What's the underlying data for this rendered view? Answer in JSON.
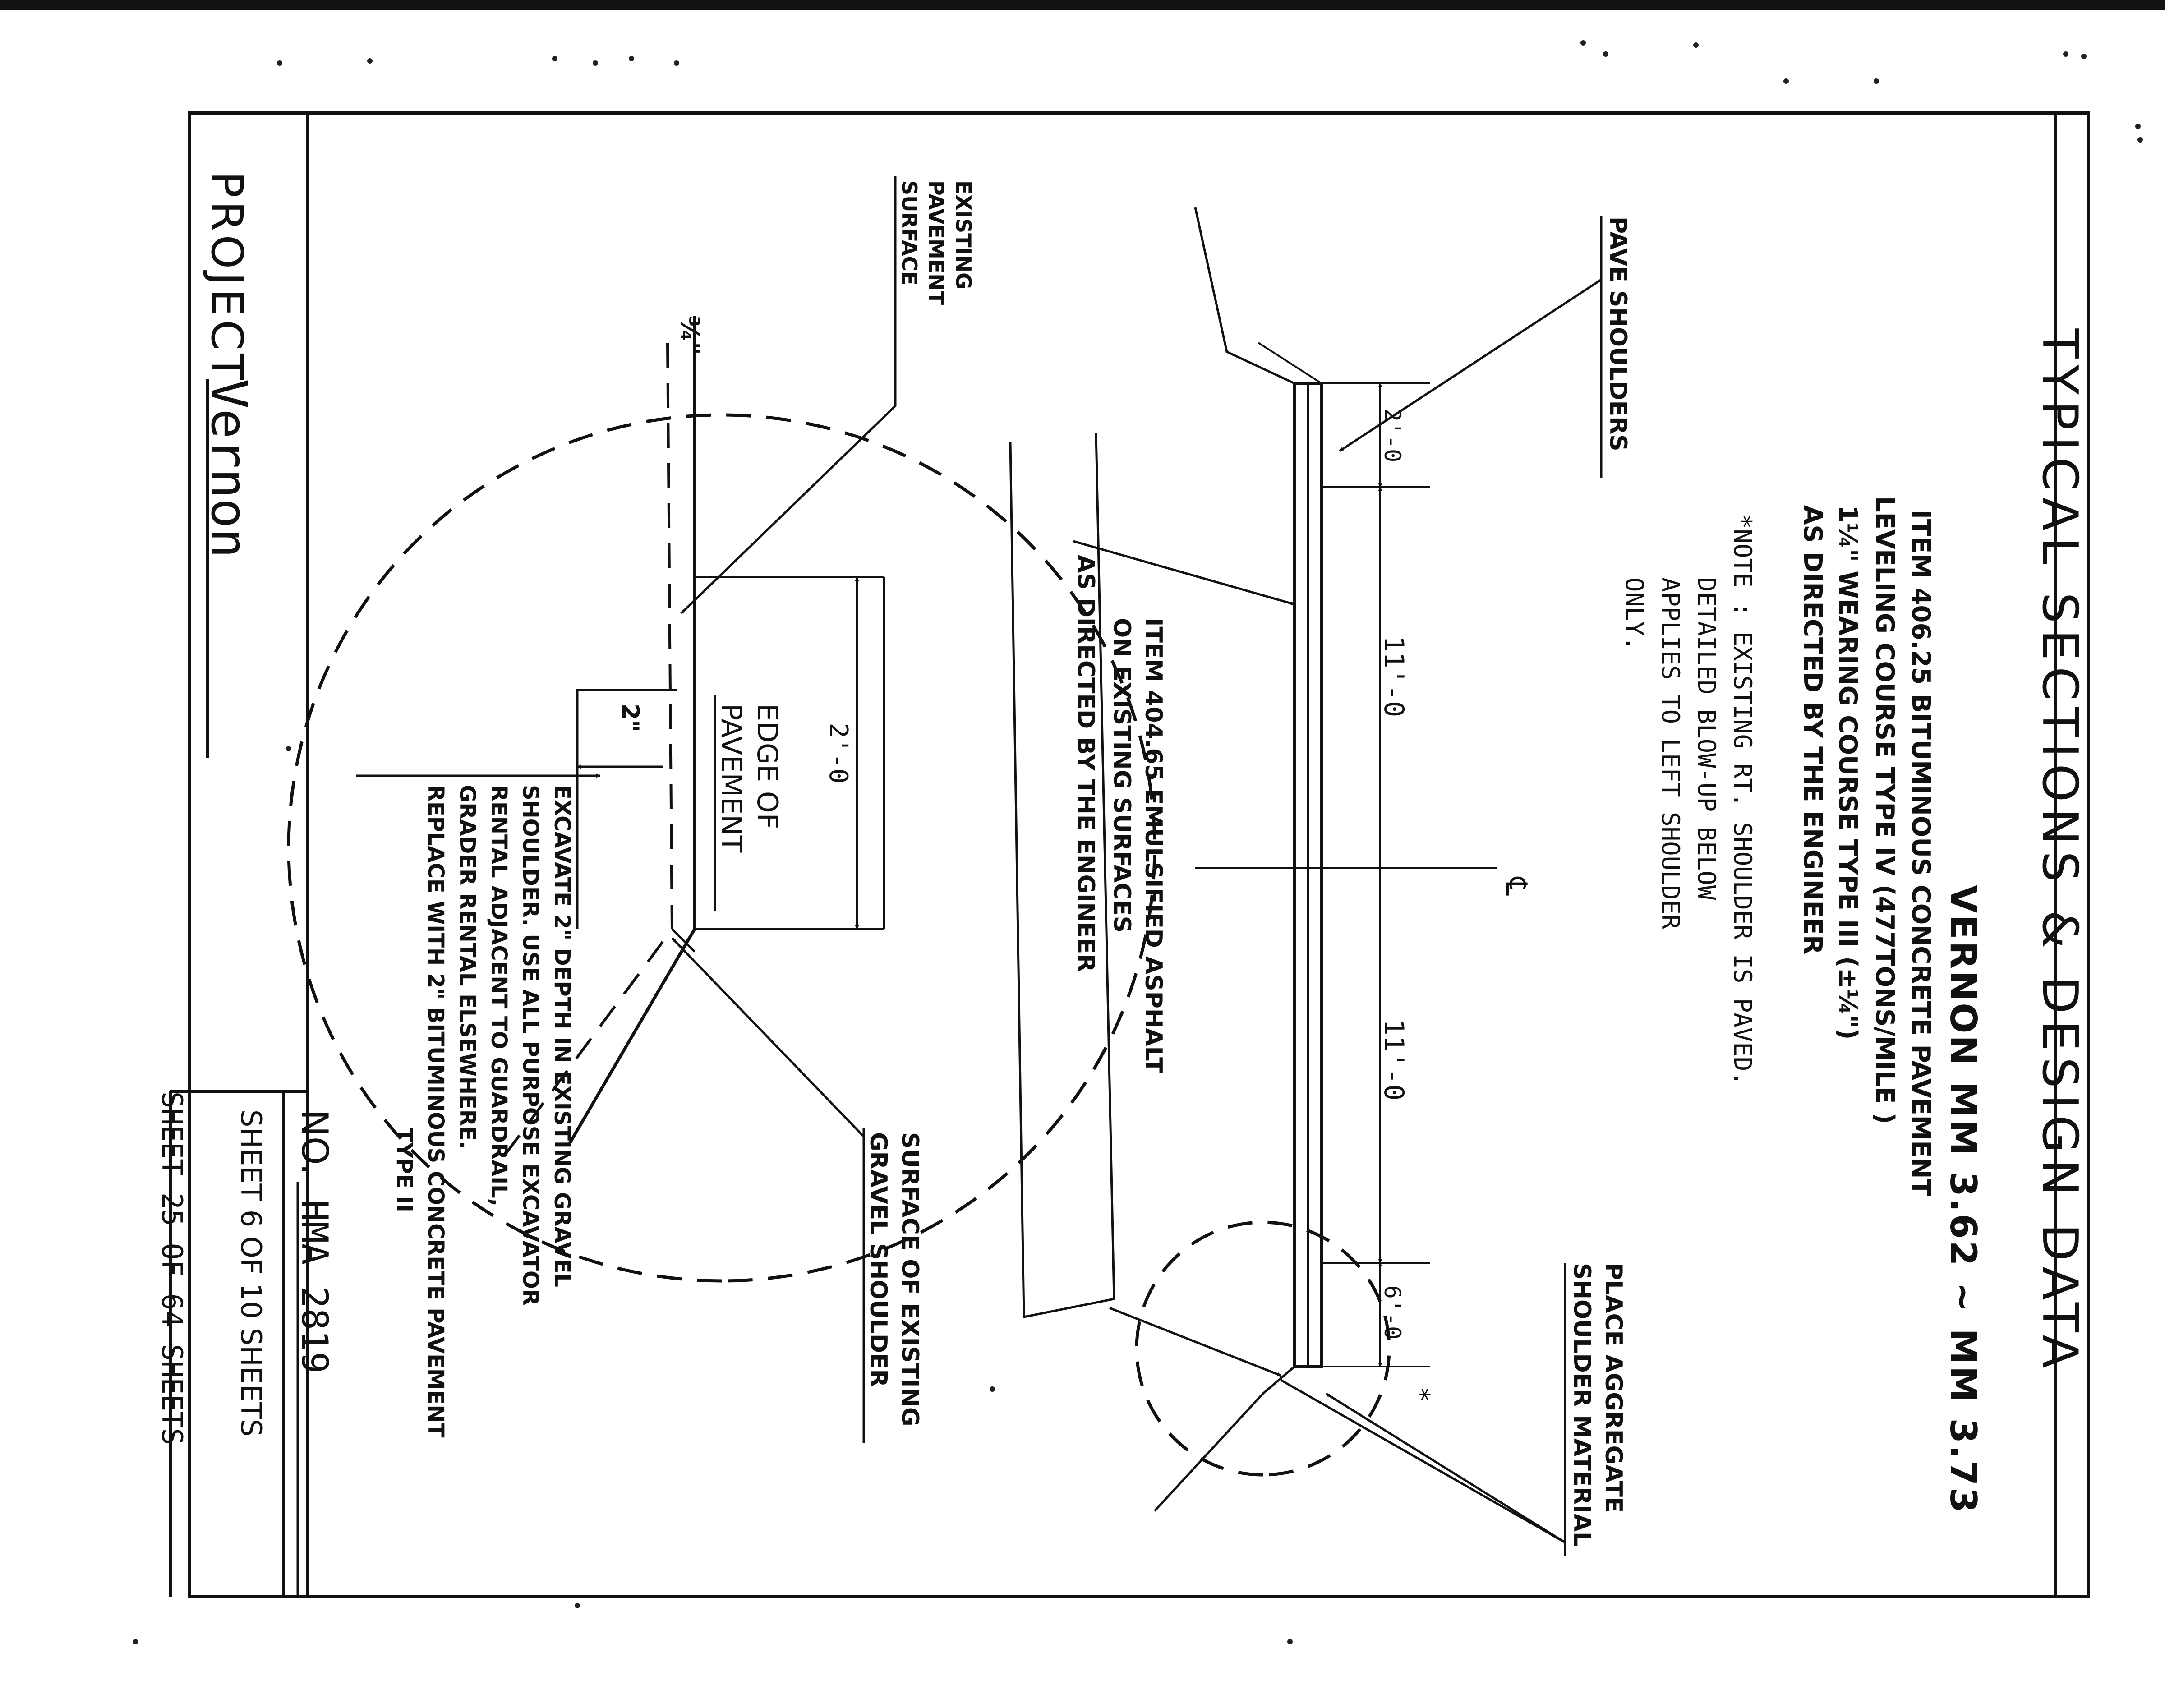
{
  "sheet": {
    "title": "TYPICAL SECTIONS & DESIGN DATA",
    "location": "VERNON MM 3.62 ~ MM 3.73",
    "item_leveling_1": "ITEM 406.25 BITUMINOUS CONCRETE PAVEMENT",
    "item_leveling_2": "LEVELING COURSE TYPE IV (477TONS/MILE )",
    "wearing_course": "1¼\" WEARING COURSE TYPE III (±¼\")",
    "directed_by_engineer": "AS DIRECTED BY THE ENGINEER"
  },
  "note": {
    "line1": "*NOTE : EXISTING RT. SHOULDER IS PAVED.",
    "line2": "DETAILED BLOW-UP BELOW",
    "line3": "APPLIES TO LEFT SHOULDER",
    "line4": "ONLY."
  },
  "section": {
    "pave_shoulders": "PAVE SHOULDERS",
    "place_aggregate_1": "PLACE AGGREGATE",
    "place_aggregate_2": "SHOULDER MATERIAL",
    "emulsified_1": "ITEM 404.65 EMULSIFIED ASPHALT",
    "emulsified_2": "ON EXISTING SURFACES",
    "emulsified_3": "AS DIRECTED BY THE ENGINEER",
    "dim_left_shoulder": "2'-0",
    "dim_lane_left": "11'-0",
    "dim_lane_right": "11'-0",
    "dim_right_shoulder": "6'-0",
    "asterisk": "*",
    "centerline": "℄"
  },
  "detail": {
    "existing_surface_1": "EXISTING",
    "existing_surface_2": "PAVEMENT",
    "existing_surface_3": "SURFACE",
    "thickness_label": "¾\"",
    "edge_1": "EDGE OF",
    "edge_2": "PAVEMENT",
    "depth_label": "2\"",
    "dim_width": "2'-0",
    "gravel_1": "SURFACE OF EXISTING",
    "gravel_2": "GRAVEL SHOULDER",
    "excavate_1": "EXCAVATE 2\" DEPTH IN EXISTING GRAVEL",
    "excavate_2": "SHOULDER. USE ALL PURPOSE EXCAVATOR",
    "excavate_3": "RENTAL ADJACENT TO GUARDRAIL,",
    "excavate_4": "GRADER RENTAL ELSEWHERE.",
    "excavate_5": "REPLACE WITH 2\" BITUMINOUS CONCRETE PAVEMENT",
    "excavate_6": "TYPE II"
  },
  "title_block": {
    "project_label": "PROJECT",
    "project_name": "Vernon",
    "number_label": "NO.",
    "number_value": "HMA 2819",
    "sheet_of": "SHEET 6 OF 10 SHEETS",
    "sheet_total": "SHEET 25 OF 64 SHEETS"
  }
}
